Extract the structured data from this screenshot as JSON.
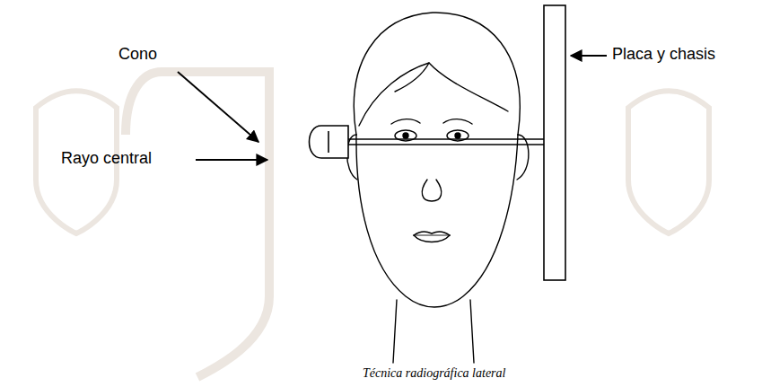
{
  "diagram": {
    "caption": "Técnica radiográfica lateral",
    "labels": [
      "Cono",
      "Rayo central",
      "Placa y chasis"
    ]
  }
}
